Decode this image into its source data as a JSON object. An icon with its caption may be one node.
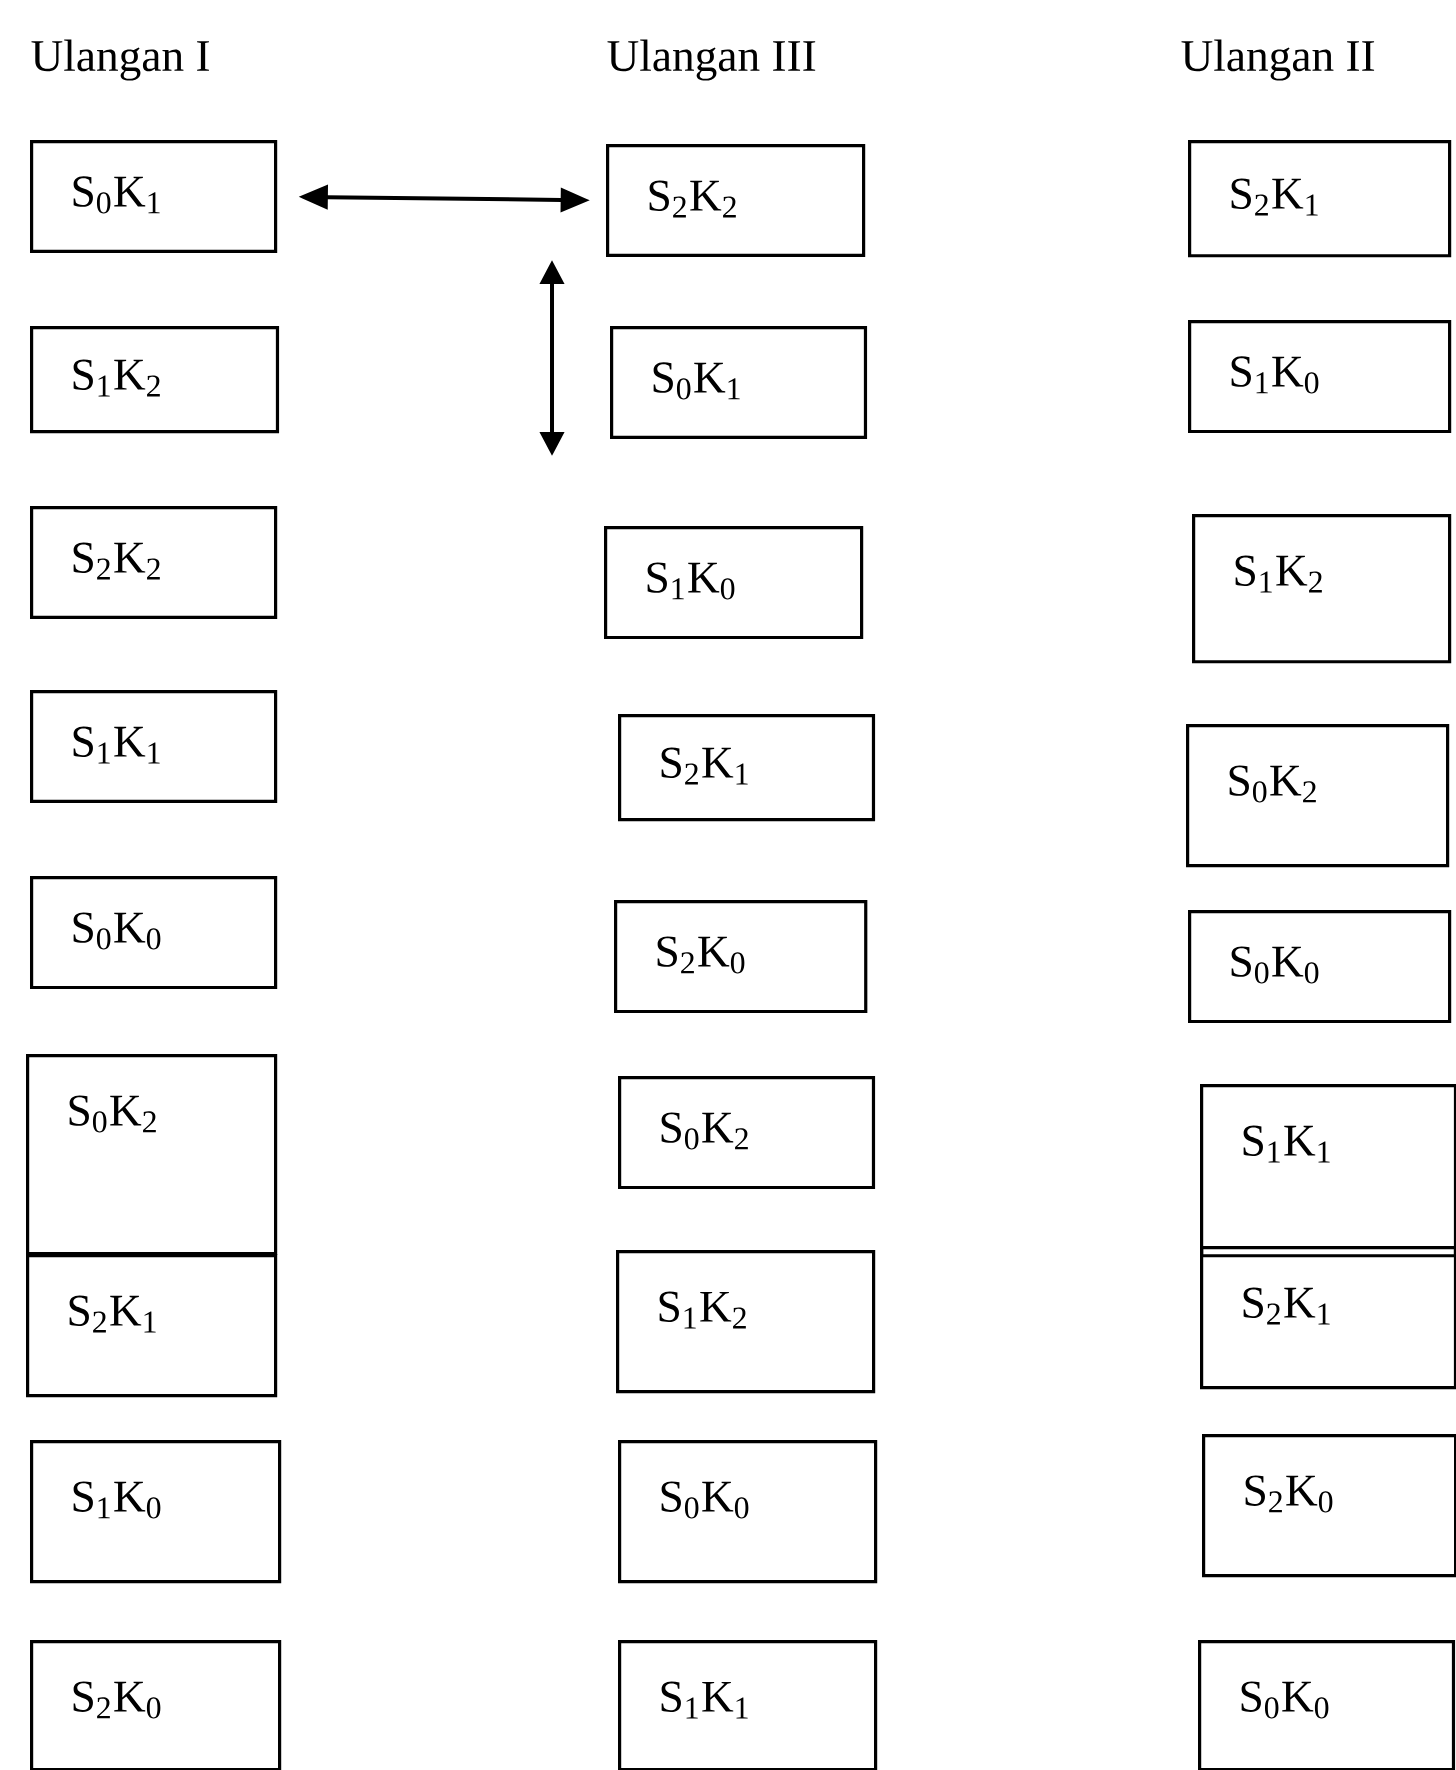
{
  "diagram": {
    "nodes": [
      {
        "text": [
          "S$_{0}$K$_{1}$"
        ]
      },
      {
        "text": [
          "S$_{1}$K$_{2}$"
        ]
      },
      {
        "text": [
          "S$_{2}$K$_{2}$"
        ]
      },
      {
        "text": [
          "S$_{1}$K$_{1}$"
        ]
      },
      {
        "text": [
          "S$_{0}$K$_{0}$"
        ]
      },
      {
        "text": [
          "S$_{0}$K$_{2}$"
        ]
      },
      {
        "text": [
          "S$_{2}$K$_{1}$"
        ]
      },
      {
        "text": [
          "S$_{1}$K$_{0}$"
        ]
      },
      {
        "text": [
          "S$_{2}$K$_{0}$"
        ]
      },
      {
        "text": [
          "S$_{2}$K$_{2}$"
        ]
      },
      {
        "text": [
          "S$_{0}$K$_{1}$"
        ]
      },
      {
        "text": [
          "S$_{1}$K$_{0}$"
        ]
      },
      {
        "text": [
          "S$_{2}$K$_{1}$"
        ]
      },
      {
        "text": [
          "S$_{2}$K$_{0}$"
        ]
      },
      {
        "text": [
          "S$_{0}$K$_{2}$"
        ]
      },
      {
        "text": [
          "S$_{1}$K$_{2}$"
        ]
      },
      {
        "text": [
          "S$_{0}$K$_{0}$"
        ]
      },
      {
        "text": [
          "S$_{1}$K$_{1}$"
        ]
      },
      {
        "text": [
          "S$_{2}$K$_{1}$"
        ]
      },
      {
        "text": [
          "S$_{1}$K$_{0}$"
        ]
      },
      {
        "text": [
          "S$_{1}$K$_{2}$"
        ]
      },
      {
        "text": [
          "S$_{0}$K$_{2}$"
        ]
      },
      {
        "text": [
          "S$_{0}$K$_{0}$"
        ]
      },
      {
        "text": [
          "S$_{1}$K$_{1}$"
        ]
      },
      {
        "text": [
          "S$_{2}$K$_{1}$"
        ]
      },
      {
        "text": [
          "S$_{2}$K$_{0}$"
        ]
      },
      {
        "text": [
          "S$_{0}$K$_{0}$"
        ]
      }
    ],
    "edges": [
      {
        "from": 0,
        "to": 9,
        "arrow": "both"
      }
    ],
    "labels": [
      "Ulangan I",
      "Ulangan III",
      "Ulangan II"
    ]
  }
}
